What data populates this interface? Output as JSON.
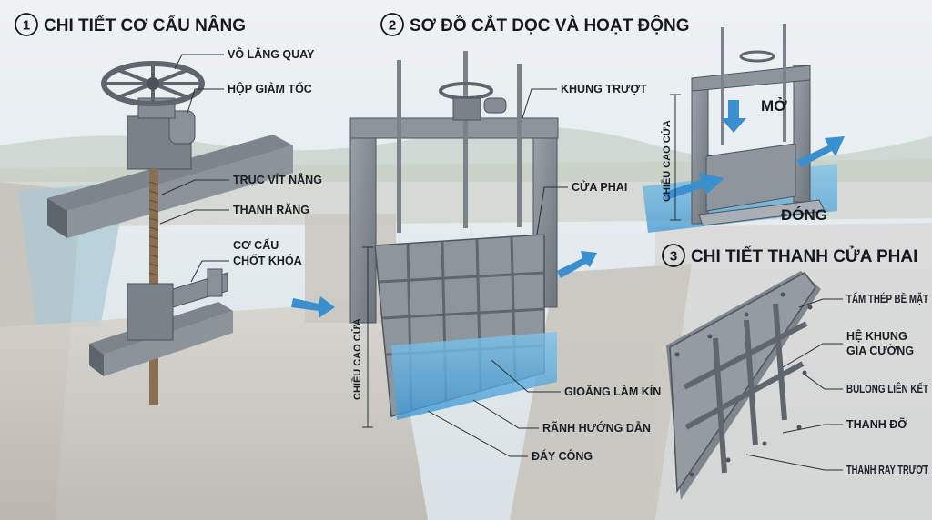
{
  "sections": [
    {
      "number": "1",
      "title": "CHI TIẾT CƠ CẤU NÂNG"
    },
    {
      "number": "2",
      "title": "SƠ ĐỒ CẮT DỌC VÀ HOẠT ĐỘNG"
    },
    {
      "number": "3",
      "title": "CHI TIẾT THANH CỬA PHAI"
    }
  ],
  "hoist_labels": {
    "handwheel": "VÔ LĂNG QUAY",
    "gearbox": "HỘP GIẢM TỐC",
    "lift_screw": "TRỤC VÍT NÂNG",
    "rack": "THANH RĂNG",
    "lock_line1": "CƠ CẤU",
    "lock_line2": "CHỐT KHÓA"
  },
  "section_labels": {
    "frame": "KHUNG TRƯỢT",
    "gate": "CỬA PHAI",
    "gate_height": "CHIỀU CAO CỬA",
    "seal": "GIOĂNG LÀM KÍN",
    "guide": "RÃNH HƯỚNG DẪN",
    "sill": "ĐÁY CÔNG"
  },
  "operation_labels": {
    "open": "MỞ",
    "closed": "ĐÓNG",
    "gate_height": "CHIỀU CAO CỬA"
  },
  "leaf_labels": {
    "skin_plate": "TẤM THÉP BỀ MẶT",
    "frame_line1": "HỆ KHUNG",
    "frame_line2": "GIA CƯỜNG",
    "bolt": "BULONG LIÊN KẾT",
    "support_bar": "THANH ĐỠ",
    "rail": "THANH RAY TRƯỢT"
  }
}
